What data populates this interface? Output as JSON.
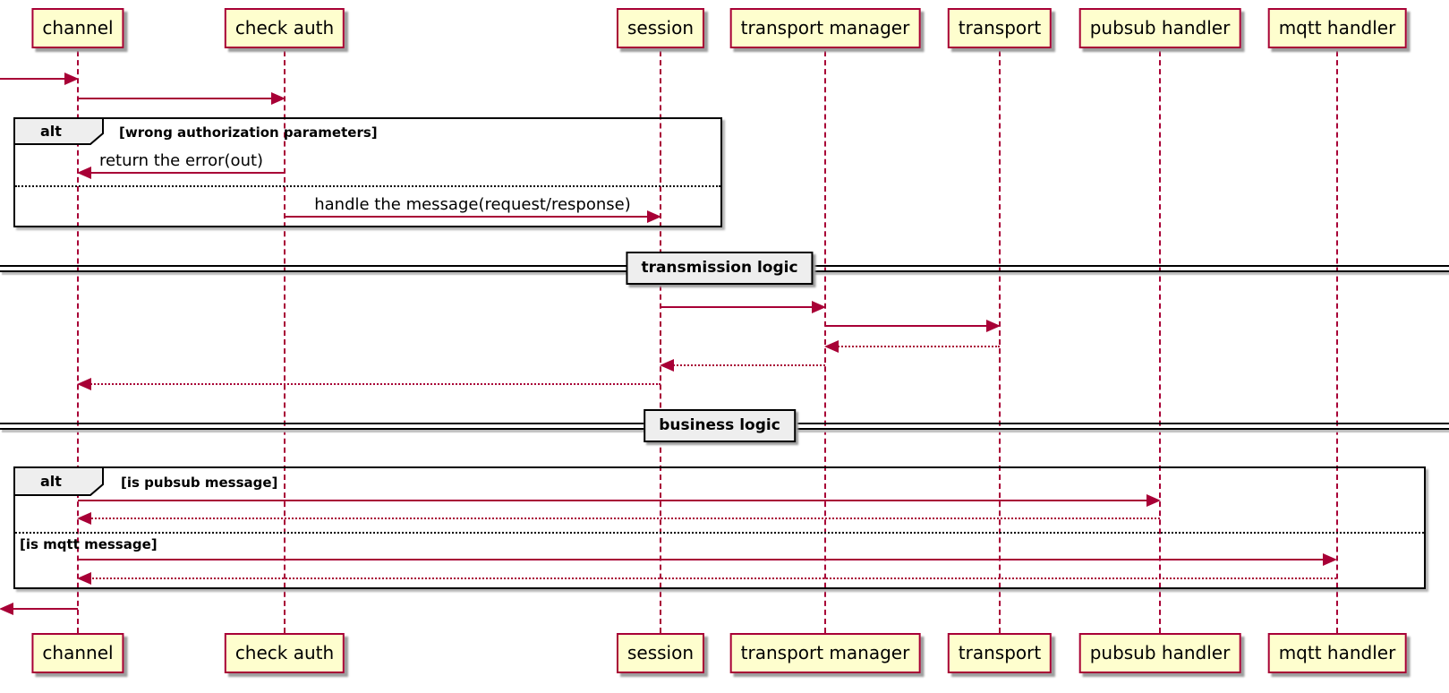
{
  "diagram": {
    "type": "sequence-diagram",
    "participants": [
      {
        "name": "channel",
        "label": "channel"
      },
      {
        "name": "check-auth",
        "label": "check auth"
      },
      {
        "name": "session",
        "label": "session"
      },
      {
        "name": "transport-manager",
        "label": "transport manager"
      },
      {
        "name": "transport",
        "label": "transport"
      },
      {
        "name": "pubsub-handler",
        "label": "pubsub handler"
      },
      {
        "name": "mqtt-handler",
        "label": "mqtt handler"
      }
    ],
    "dividers": [
      {
        "label": "transmission logic"
      },
      {
        "label": "business logic"
      }
    ],
    "frames": [
      {
        "operator": "alt",
        "conditions": [
          "[wrong authorization parameters]"
        ]
      },
      {
        "operator": "alt",
        "conditions": [
          "[is pubsub message]",
          "[is mqtt message]"
        ]
      }
    ],
    "messages": [
      {
        "from": "(external)",
        "to": "channel",
        "style": "solid",
        "label": ""
      },
      {
        "from": "channel",
        "to": "check auth",
        "style": "solid",
        "label": ""
      },
      {
        "from": "check auth",
        "to": "channel",
        "style": "solid",
        "label": "return the error(out)"
      },
      {
        "from": "check auth",
        "to": "session",
        "style": "solid",
        "label": "handle the message(request/response)"
      },
      {
        "from": "session",
        "to": "transport manager",
        "style": "solid",
        "label": ""
      },
      {
        "from": "transport manager",
        "to": "transport",
        "style": "solid",
        "label": ""
      },
      {
        "from": "transport",
        "to": "transport manager",
        "style": "dotted",
        "label": ""
      },
      {
        "from": "transport manager",
        "to": "session",
        "style": "dotted",
        "label": ""
      },
      {
        "from": "session",
        "to": "channel",
        "style": "dotted",
        "label": ""
      },
      {
        "from": "channel",
        "to": "pubsub handler",
        "style": "solid",
        "label": ""
      },
      {
        "from": "pubsub handler",
        "to": "channel",
        "style": "dotted",
        "label": ""
      },
      {
        "from": "channel",
        "to": "mqtt handler",
        "style": "solid",
        "label": ""
      },
      {
        "from": "mqtt handler",
        "to": "channel",
        "style": "dotted",
        "label": ""
      },
      {
        "from": "channel",
        "to": "(external)",
        "style": "solid",
        "label": ""
      }
    ],
    "colors": {
      "participant_fill": "#FEFECE",
      "participant_border": "#A80036",
      "arrow": "#A80036",
      "frame_border": "#000000",
      "operator_fill": "#EEEEEE"
    }
  }
}
